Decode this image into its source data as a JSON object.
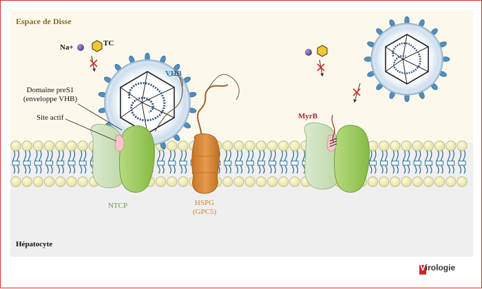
{
  "labels": {
    "space_of_disse": "Espace de Disse",
    "sodium": "Na+",
    "taurocholate": "TC",
    "virus": "VHB",
    "pres1_line1": "Domaine preS1",
    "pres1_line2": "(enveloppe VHB)",
    "active_site": "Site actif",
    "myrb": "MyrB",
    "ntcp": "NTCP",
    "hspg_line1": "HSPG",
    "hspg_line2": "(GPC5)",
    "hepatocyte": "Hépatocyte",
    "logo_v": "V",
    "logo_rest": "irologie"
  },
  "colors": {
    "disse_bg": "#fcf9ec",
    "cell_bg": "#efefef",
    "lipid_head": "#f1efba",
    "lipid_tail": "#2c6f97",
    "ntcp_light": "#cfe2bd",
    "ntcp_dark": "#9fcd62",
    "hspg": "#de8d3c",
    "virus_envelope": "#c9dcea",
    "spike": "#4f8fc0",
    "sodium": "#6d56a7",
    "taurocholate": "#f3c733",
    "block_x": "#d62b28",
    "disse_text": "#8a6a2a",
    "vhb_text": "#1f6fb1",
    "myrb_text": "#a42532",
    "ntcp_text": "#6d9a4a",
    "hspg_text": "#c9873e",
    "frame": "#d9302c"
  }
}
